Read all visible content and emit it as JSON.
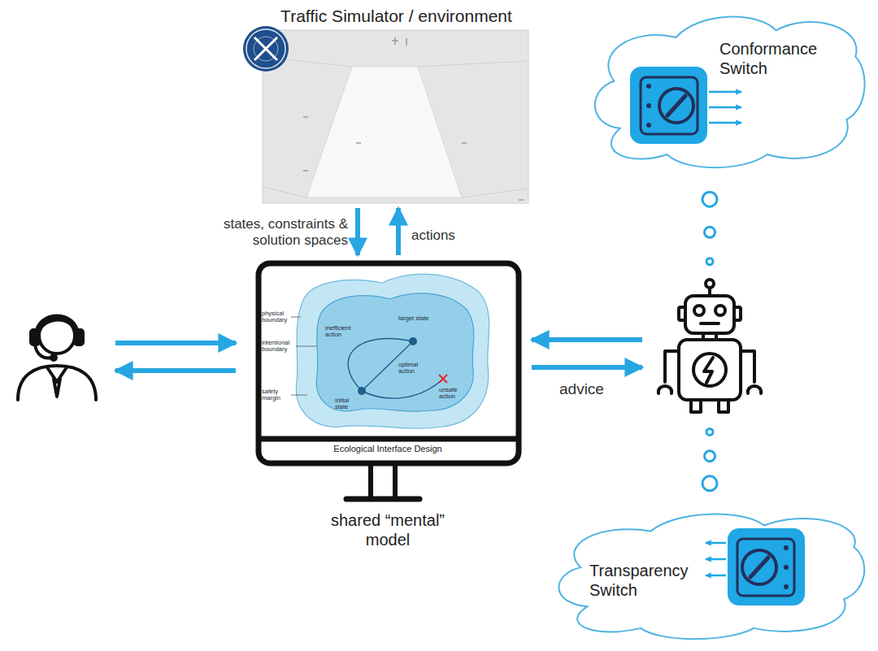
{
  "diagram": {
    "nodes": [
      {
        "text": [
          "Traffic Simulator / environment"
        ]
      },
      {
        "text": [
          "Conformance Switch"
        ]
      },
      {
        "text": []
      },
      {
        "text": [
          "Ecological Interface Design",
          "shared “mental” model"
        ]
      },
      {
        "text": []
      },
      {
        "text": [
          "Transparency Switch"
        ]
      }
    ],
    "edges": [
      {
        "from": 0,
        "to": 3,
        "label": "states, constraints & solution spaces",
        "arrow": "to"
      },
      {
        "from": 3,
        "to": 0,
        "label": "actions",
        "arrow": "to"
      },
      {
        "from": 2,
        "to": 3,
        "arrow": "to"
      },
      {
        "from": 3,
        "to": 2,
        "arrow": "to"
      },
      {
        "from": 4,
        "to": 3,
        "arrow": "to"
      },
      {
        "from": 3,
        "to": 4,
        "label": "advice",
        "arrow": "to"
      },
      {
        "from": 4,
        "to": 1,
        "arrow": "none"
      },
      {
        "from": 4,
        "to": 5,
        "arrow": "none"
      }
    ],
    "labels": [
      "physical boundary",
      "intentional boundary",
      "safety margin",
      "inefficient action",
      "target state",
      "optimal action",
      "initial state",
      "unsafe action"
    ]
  }
}
